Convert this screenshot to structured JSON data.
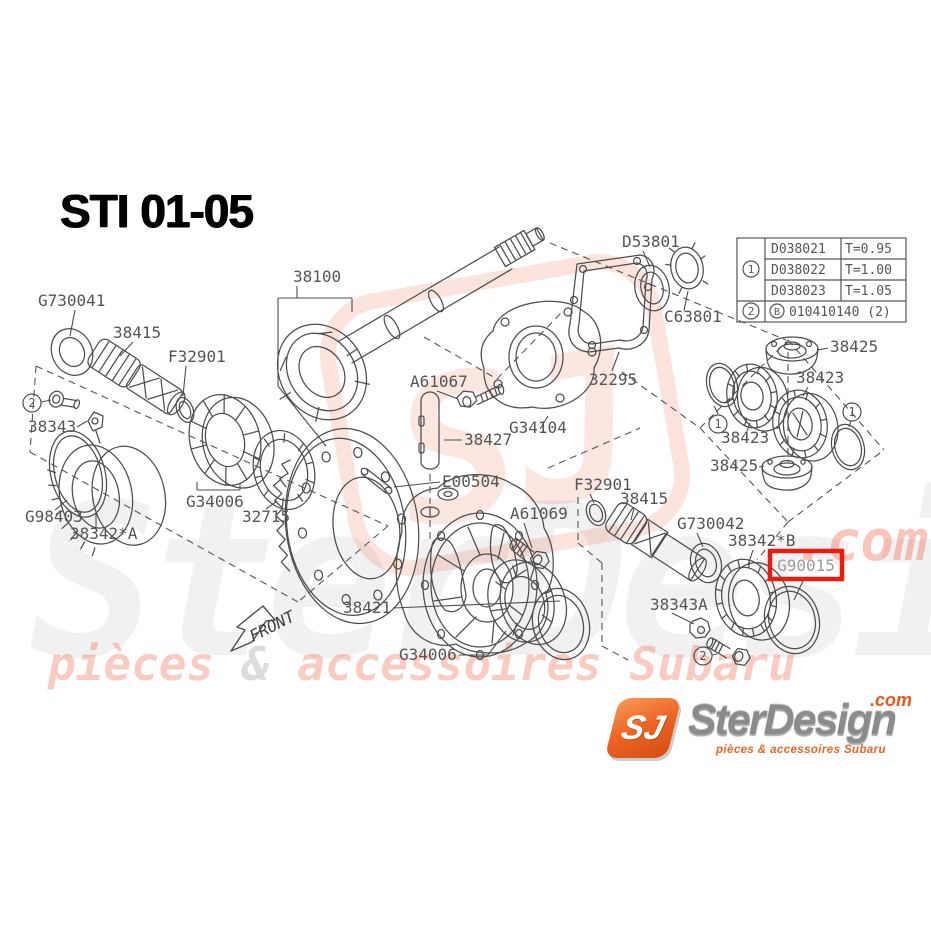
{
  "title": "STI 01-05",
  "front_label": "FRONT",
  "callouts": {
    "one": "1",
    "two": "2"
  },
  "parts": {
    "g730041": "G730041",
    "s38415_left": "38415",
    "f32901_left": "F32901",
    "s38343": "38343",
    "g98403": "G98403",
    "s38342a": "38342*A",
    "g34006_left": "G34006",
    "s32715": "32715",
    "s38100": "38100",
    "a61067": "A61067",
    "s38427": "38427",
    "g34104": "G34104",
    "s32295": "32295",
    "d53801": "D53801",
    "c63801": "C63801",
    "e00504": "E00504",
    "a61069": "A61069",
    "s38421": "38421",
    "g34006_right": "G34006",
    "f32901_right": "F32901",
    "s38415_right": "38415",
    "g730042": "G730042",
    "s38342b": "38342*B",
    "g90015": "G90015",
    "s38343a": "38343A",
    "s38425_top": "38425",
    "s38423_upper": "38423",
    "s38423_lower": "38423",
    "s38425_bottom": "38425"
  },
  "table": {
    "rows": [
      {
        "marker": "1",
        "part": "D038021",
        "value": "T=0.95"
      },
      {
        "part": "D038022",
        "value": "T=1.00"
      },
      {
        "part": "D038023",
        "value": "T=1.05"
      },
      {
        "marker": "2",
        "prefix": "B",
        "part": "010410140 (2)"
      }
    ]
  },
  "highlight": {
    "part": "G90015",
    "color": "#e71c13"
  },
  "watermark": {
    "brand": "SterDesign",
    "tld": ".com",
    "monogram": "SJ",
    "tagline_pieces": "pièces ",
    "tagline_amp": "&",
    "tagline_rest": " accessoires Subaru"
  },
  "logo": {
    "monogram": "SJ",
    "name": "SterDesign",
    "tld": ".com",
    "tagline": "pièces & accessoires Subaru"
  }
}
